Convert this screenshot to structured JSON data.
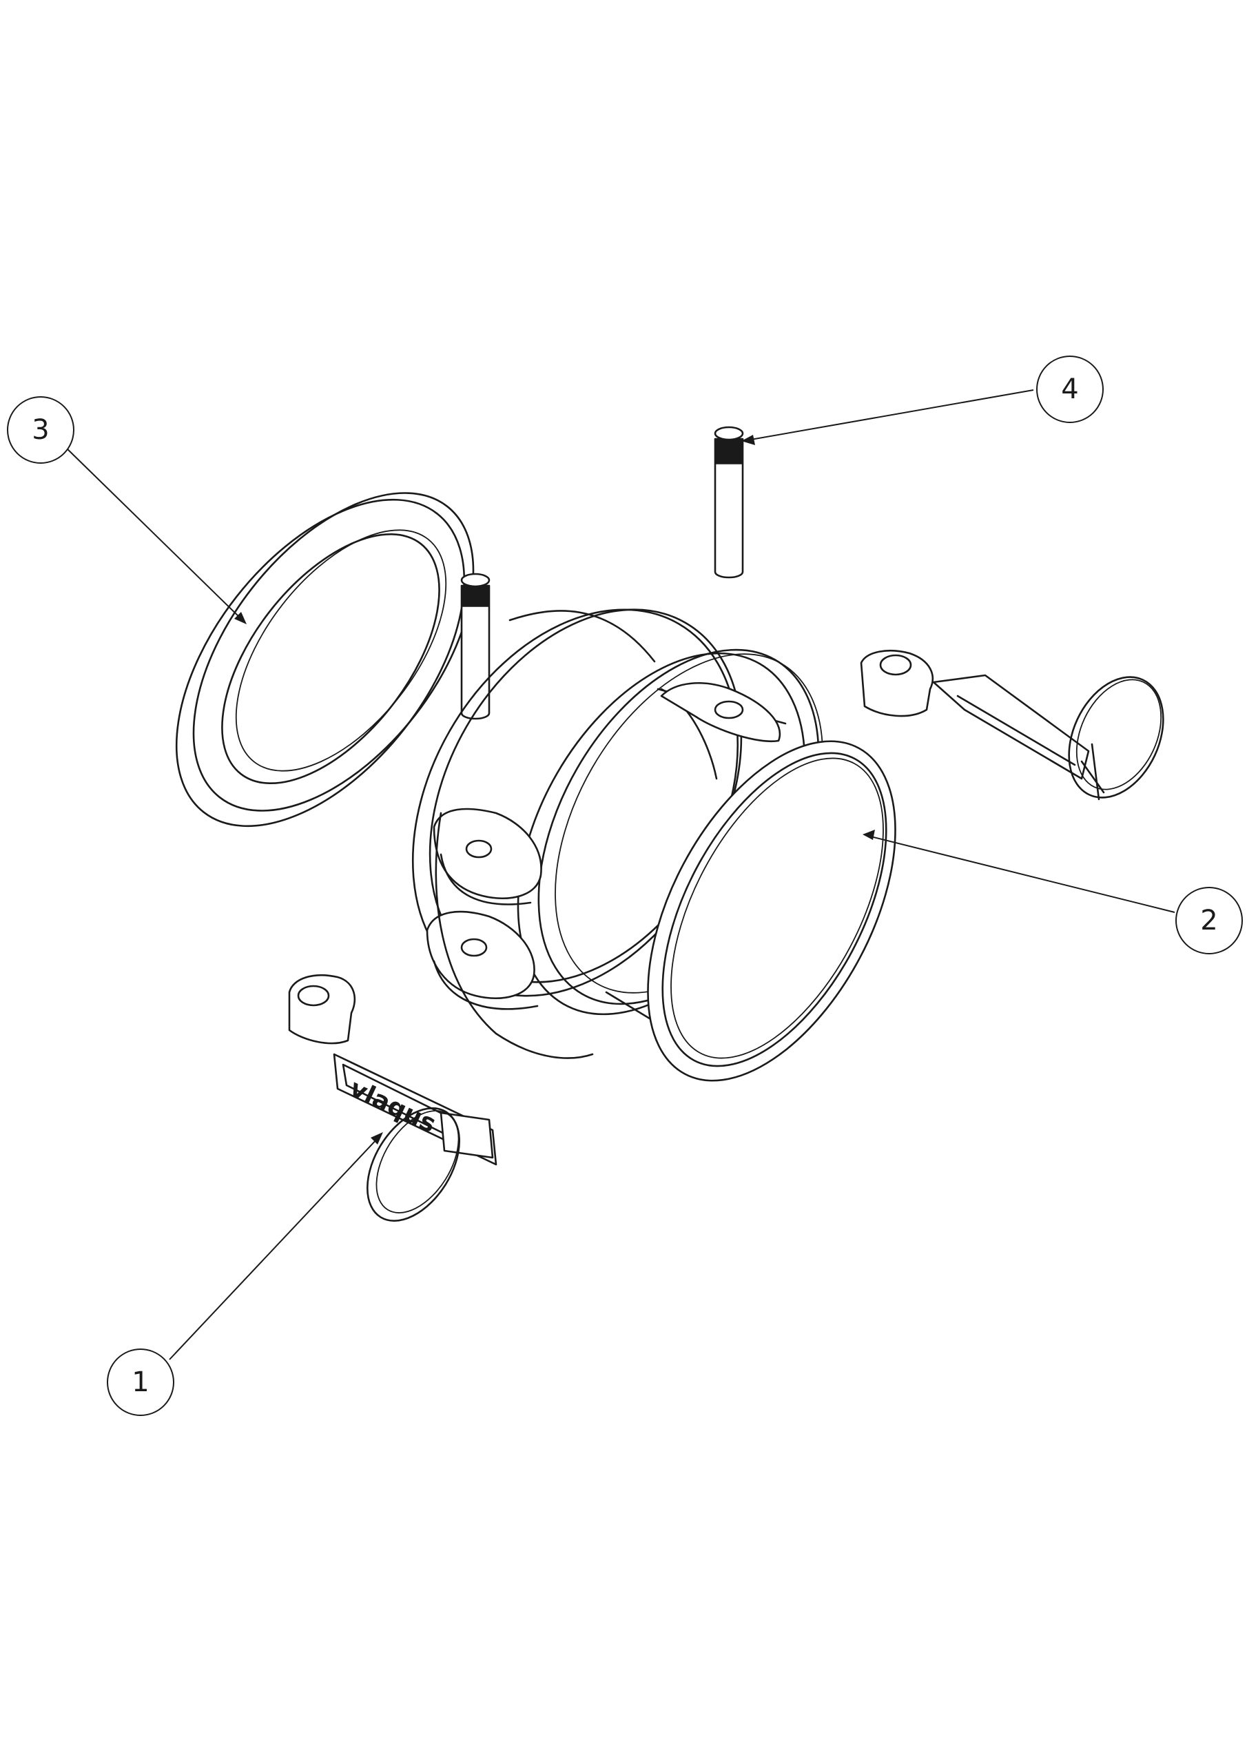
{
  "balloons": [
    {
      "label": "1"
    },
    {
      "label": "2"
    },
    {
      "label": "3"
    },
    {
      "label": "4"
    }
  ],
  "engraving": {
    "text": "vlaqus"
  }
}
